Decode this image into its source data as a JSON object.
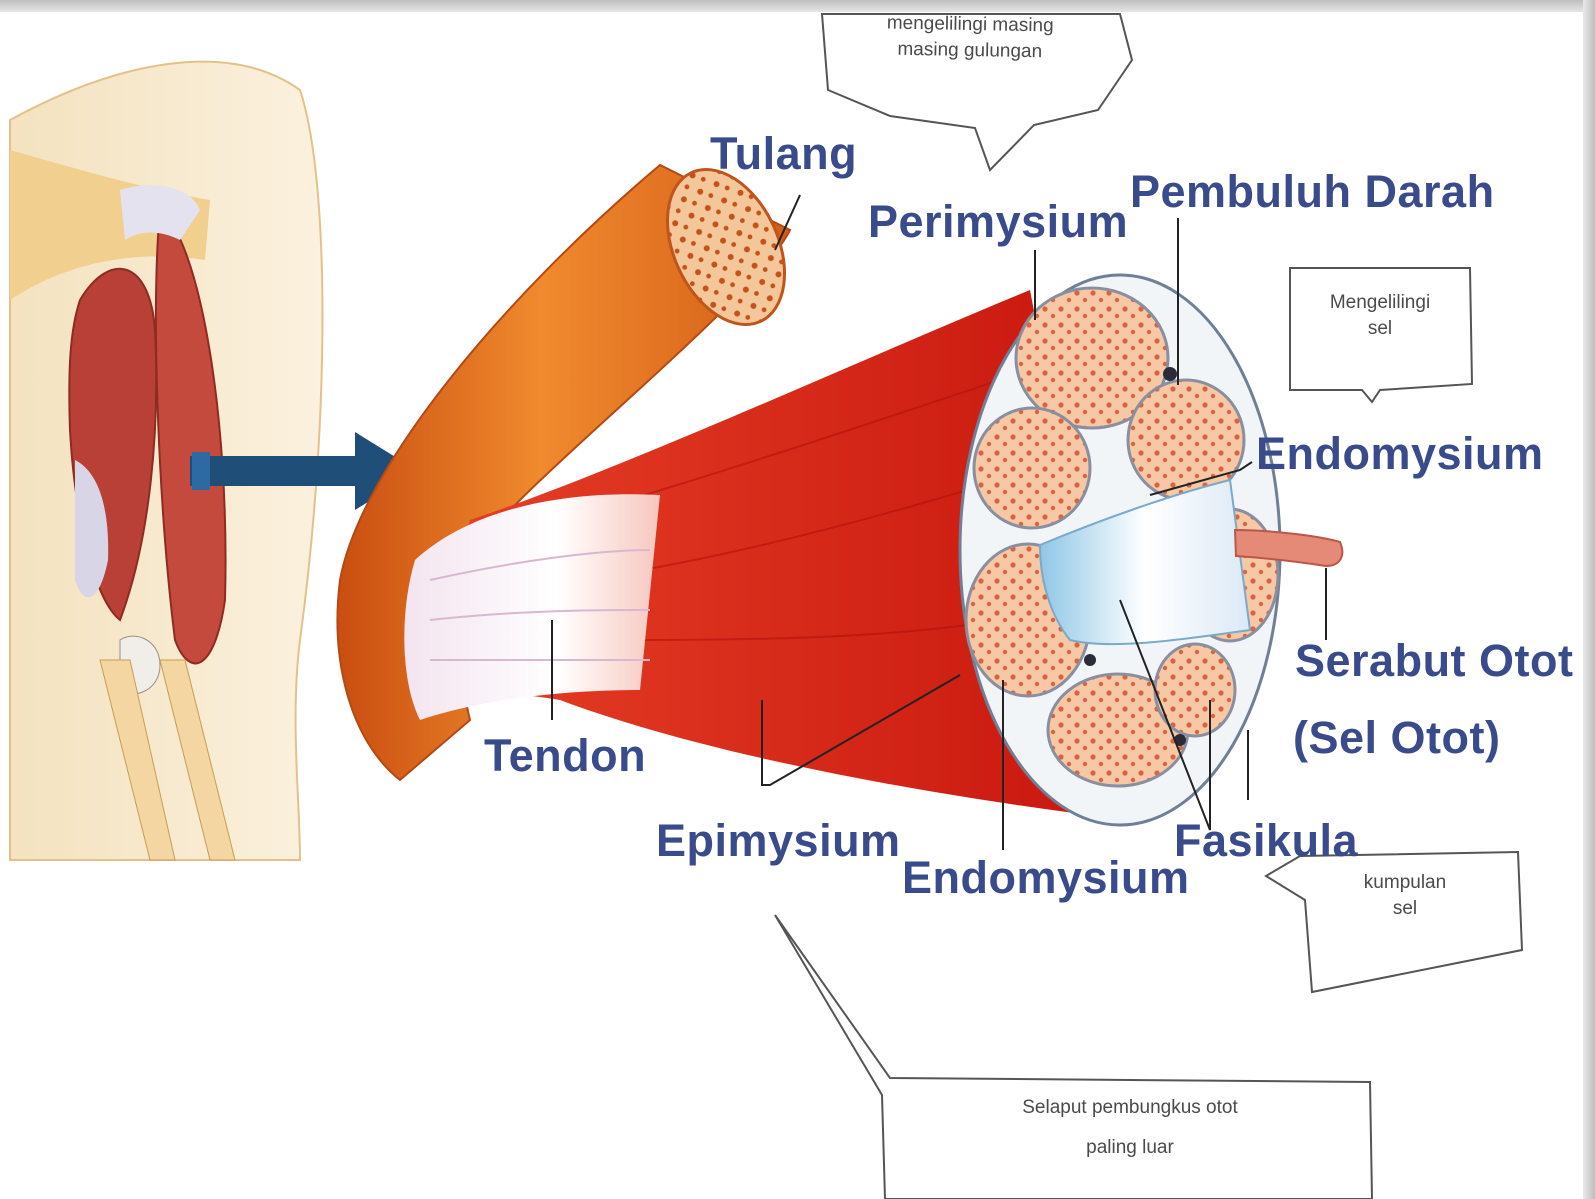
{
  "labels": {
    "tulang": "Tulang",
    "perimysium": "Perimysium",
    "pembuluh_darah": "Pembuluh Darah",
    "endomysium_right": "Endomysium",
    "serabut_otot": "Serabut Otot",
    "sel_otot": "(Sel Otot)",
    "tendon": "Tendon",
    "epimysium": "Epimysium",
    "endomysium_bottom": "Endomysium",
    "fasikula": "Fasikula"
  },
  "notes": {
    "perimysium_line1": "mengelilingi masing",
    "perimysium_line2": "masing gulungan",
    "endomysium_line1": "Mengelilingi",
    "endomysium_line2": "sel",
    "fasikula_line1": "kumpulan",
    "fasikula_line2": "sel",
    "epimysium_line1": "Selaput pembungkus otot",
    "epimysium_line2": "paling luar"
  },
  "colors": {
    "label_text": "#3a4b8c",
    "arrow": "#1f4e79",
    "muscle": "#d9261c",
    "bone": "#e8741f",
    "fascicle": "#f6c8a6"
  }
}
